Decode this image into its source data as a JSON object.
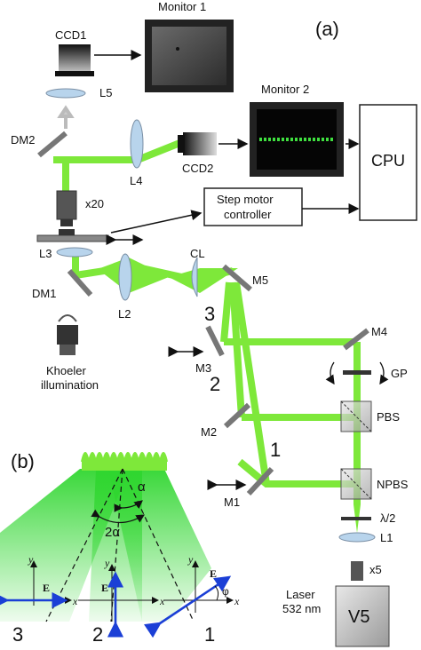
{
  "panel_a_label": "(a)",
  "panel_b_label": "(b)",
  "monitor1": "Monitor 1",
  "monitor2": "Monitor 2",
  "ccd1": "CCD1",
  "ccd2": "CCD2",
  "cpu": "CPU",
  "step_motor_line1": "Step motor",
  "step_motor_line2": "controller",
  "l5": "L5",
  "l4": "L4",
  "l3": "L3",
  "l2": "L2",
  "l1": "L1",
  "cl": "CL",
  "dm1": "DM1",
  "dm2": "DM2",
  "objective": "x20",
  "m1": "M1",
  "m2": "M2",
  "m3": "M3",
  "m4": "M4",
  "m5": "M5",
  "gp": "GP",
  "pbs": "PBS",
  "npbs": "NPBS",
  "halfwave": "λ/2",
  "expander": "x5",
  "laser_line1": "Laser",
  "laser_line2": "532 nm",
  "laser_model": "V5",
  "illum_line1": "Khoeler",
  "illum_line2": "illumination",
  "beam1": "1",
  "beam2": "2",
  "beam3": "3",
  "alpha": "α",
  "two_alpha": "2α",
  "phi": "φ",
  "axis_x": "x",
  "axis_y": "y",
  "field_e": "E",
  "colors": {
    "beam": "#7ee83a",
    "beam_dark": "#3db51a",
    "optic": "#777777",
    "arrow": "#1b3fd6"
  }
}
